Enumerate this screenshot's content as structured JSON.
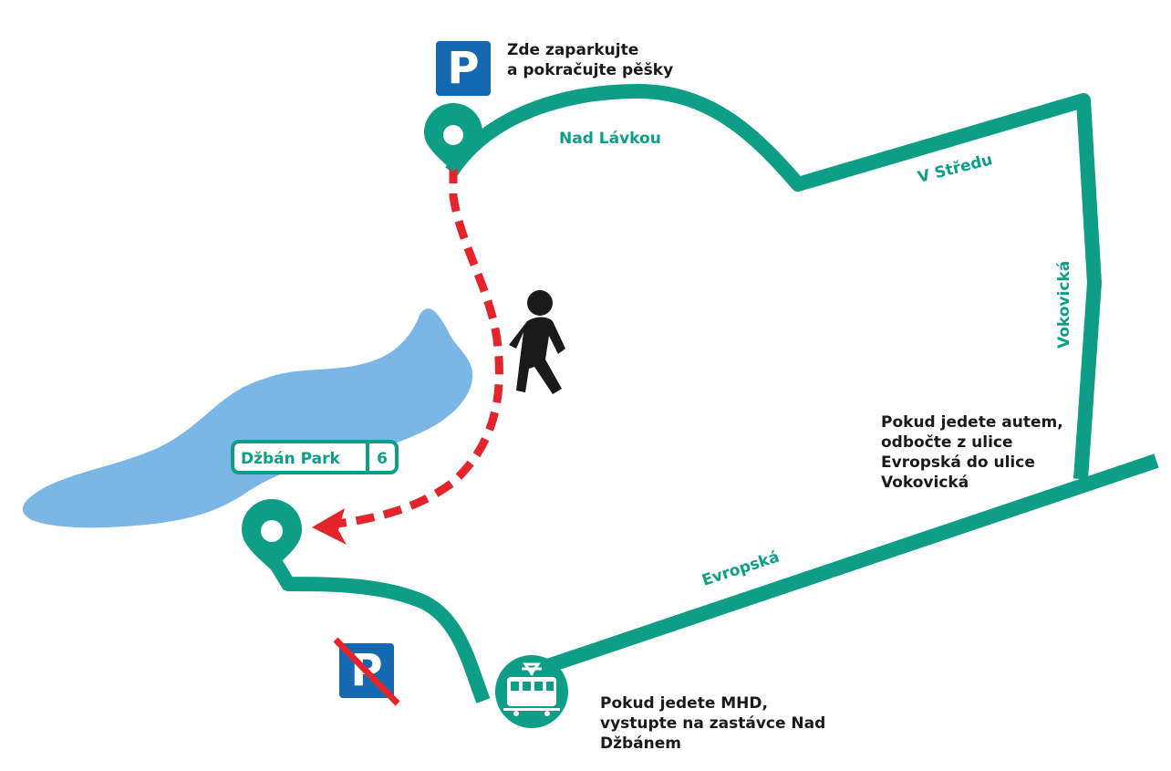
{
  "colors": {
    "route": "#0e9e87",
    "walk": "#e3242b",
    "lake": "#7ab7e6",
    "parking": "#1569b0",
    "noparking_strike": "#e3242b",
    "text": "#1a1a1a"
  },
  "parking": {
    "letter": "P",
    "note": "Zde zaparkujte\na pokračujte pěšky"
  },
  "no_parking": {
    "letter": "P"
  },
  "streets": {
    "nad_lavkou": "Nad Lávkou",
    "v_stredu": "V Středu",
    "vokovicka": "Vokovická",
    "evropska": "Evropská"
  },
  "destination": {
    "name": "Džbán Park",
    "number": "6"
  },
  "notes": {
    "car": "Pokud jedete autem,\nodbočte z ulice\nEvropská do ulice\nVokovická",
    "transit": "Pokud jedete MHD,\nvystupte na zastávce Nad\nDžbánem"
  },
  "icons": {
    "walker": "walking-person-icon",
    "tram": "tram-icon",
    "pin": "map-pin-icon"
  }
}
